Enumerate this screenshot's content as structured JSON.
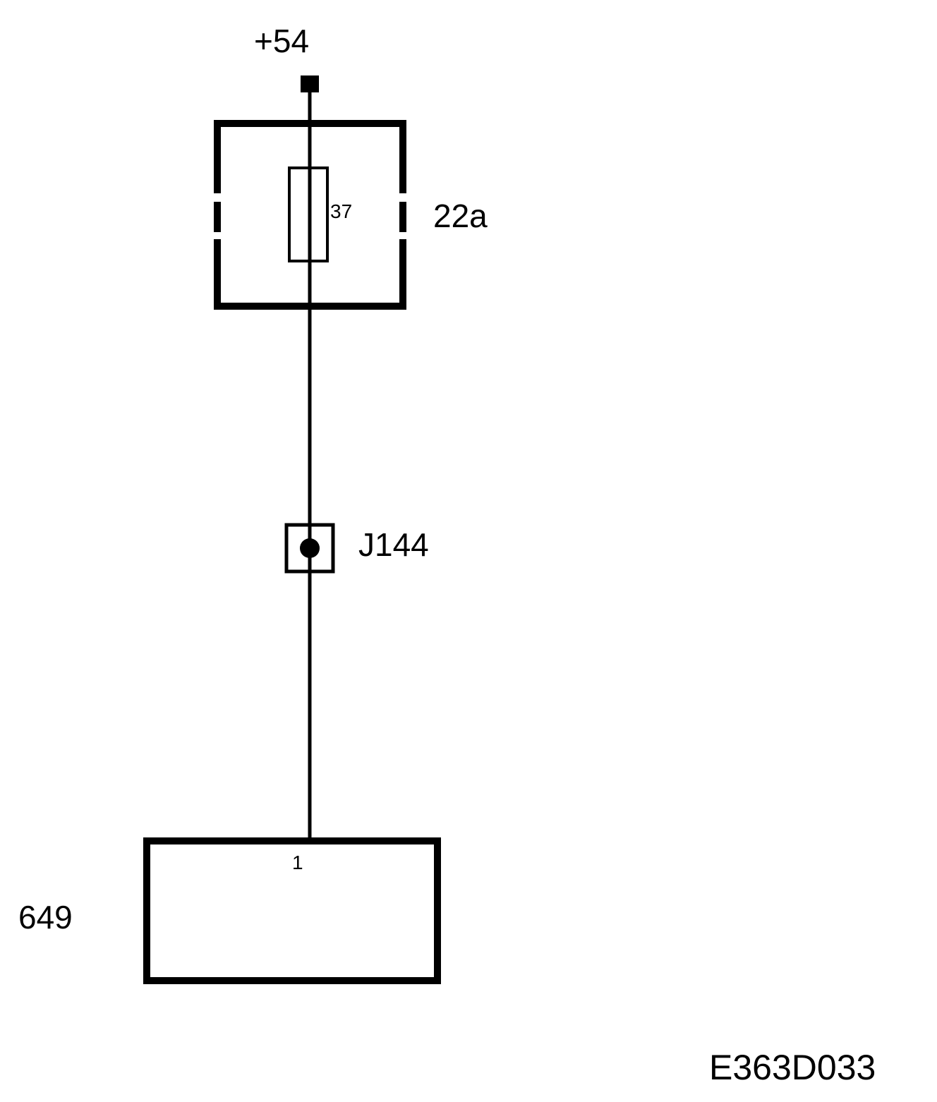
{
  "diagram": {
    "supply_label": "+54",
    "fuse_box": {
      "label": "22a",
      "fuse_number": "37"
    },
    "junction": {
      "label": "J144"
    },
    "component": {
      "label": "649",
      "pin_label": "1"
    },
    "drawing_id": "E363D033",
    "colors": {
      "line": "#000000",
      "background": "#ffffff"
    }
  }
}
